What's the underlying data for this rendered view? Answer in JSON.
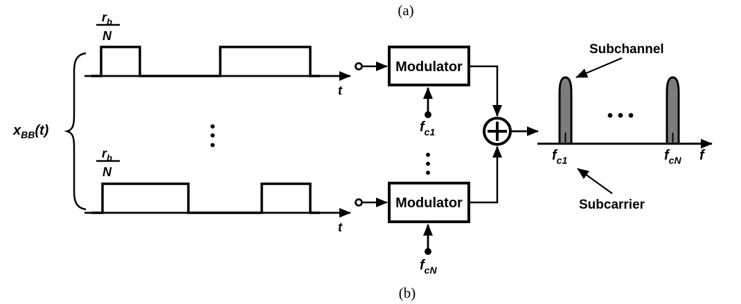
{
  "colors": {
    "ink": "#000000",
    "paper": "#ffffff",
    "subchannel_fill": "#7d7d7d"
  },
  "captions": {
    "part_a": "(a)",
    "part_b": "(b)"
  },
  "source": {
    "label": {
      "base": "x",
      "sub": "BB",
      "args": "(t)"
    },
    "rate": {
      "num_base": "r",
      "num_sub": "b",
      "den": "N"
    },
    "time_axis_label": "t"
  },
  "modulator": {
    "label": "Modulator"
  },
  "carriers": {
    "base": "f",
    "sub_first": "c1",
    "sub_last": "cN"
  },
  "spectrum": {
    "subchannel_label": "Subchannel",
    "subcarrier_label": "Subcarrier",
    "freq_axis_label": "f"
  }
}
